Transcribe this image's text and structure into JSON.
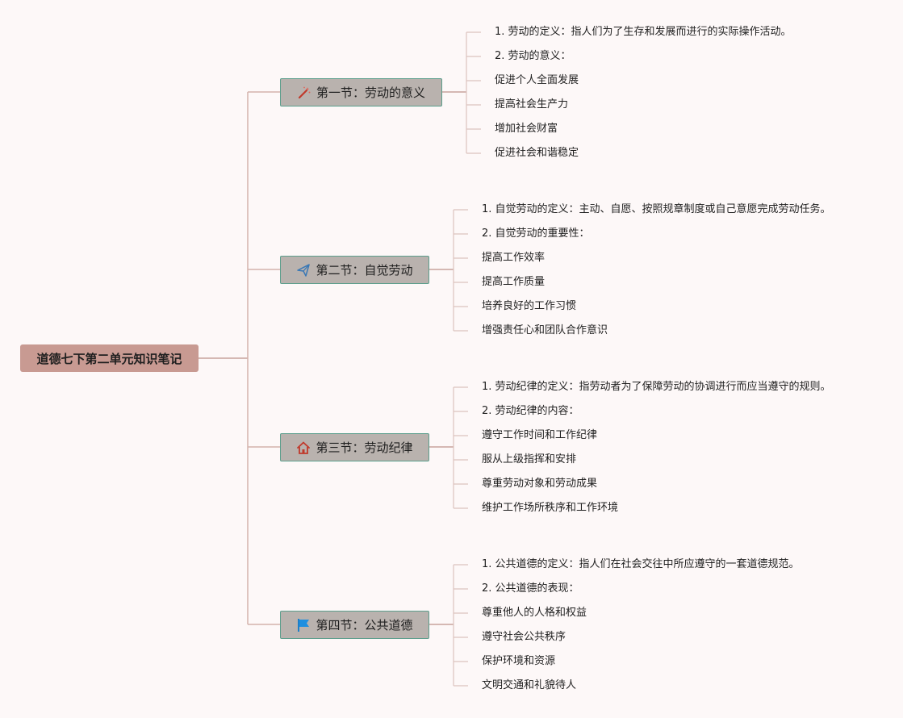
{
  "root": {
    "title": "道德七下第二单元知识笔记"
  },
  "sections": [
    {
      "title": "第一节：劳动的意义",
      "icon": "magic-wand-icon",
      "items": [
        "1. 劳动的定义：指人们为了生存和发展而进行的实际操作活动。",
        "2. 劳动的意义：",
        "促进个人全面发展",
        "提高社会生产力",
        "增加社会财富",
        "促进社会和谐稳定"
      ]
    },
    {
      "title": "第二节：自觉劳动",
      "icon": "paper-plane-icon",
      "items": [
        "1. 自觉劳动的定义：主动、自愿、按照规章制度或自己意愿完成劳动任务。",
        "2. 自觉劳动的重要性：",
        "提高工作效率",
        "提高工作质量",
        "培养良好的工作习惯",
        "增强责任心和团队合作意识"
      ]
    },
    {
      "title": "第三节：劳动纪律",
      "icon": "home-icon",
      "items": [
        "1. 劳动纪律的定义：指劳动者为了保障劳动的协调进行而应当遵守的规则。",
        "2. 劳动纪律的内容：",
        "遵守工作时间和工作纪律",
        "服从上级指挥和安排",
        "尊重劳动对象和劳动成果",
        "维护工作场所秩序和工作环境"
      ]
    },
    {
      "title": "第四节：公共道德",
      "icon": "flag-icon",
      "items": [
        "1. 公共道德的定义：指人们在社会交往中所应遵守的一套道德规范。",
        "2. 公共道德的表现：",
        "尊重他人的人格和权益",
        "遵守社会公共秩序",
        "保护环境和资源",
        "文明交通和礼貌待人"
      ]
    }
  ],
  "colors": {
    "background": "#fdf8f8",
    "root_fill": "#c89a92",
    "section_fill": "#b9b2ae",
    "section_border": "#5b9e8c",
    "connector": "#c8a39c",
    "leaf_tick": "#dcc3be"
  }
}
